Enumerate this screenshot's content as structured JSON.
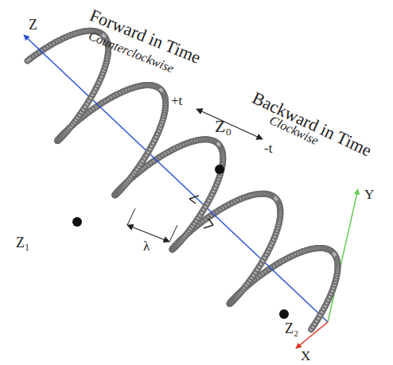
{
  "diagram": {
    "labels": [
      "Forward in Time",
      "Counterclockwise",
      "Backward in Time",
      "Clockwise",
      "Z",
      "+t",
      "-t",
      "Z₀",
      "Z₁",
      "Z₂",
      "Y",
      "X",
      "λ"
    ]
  }
}
